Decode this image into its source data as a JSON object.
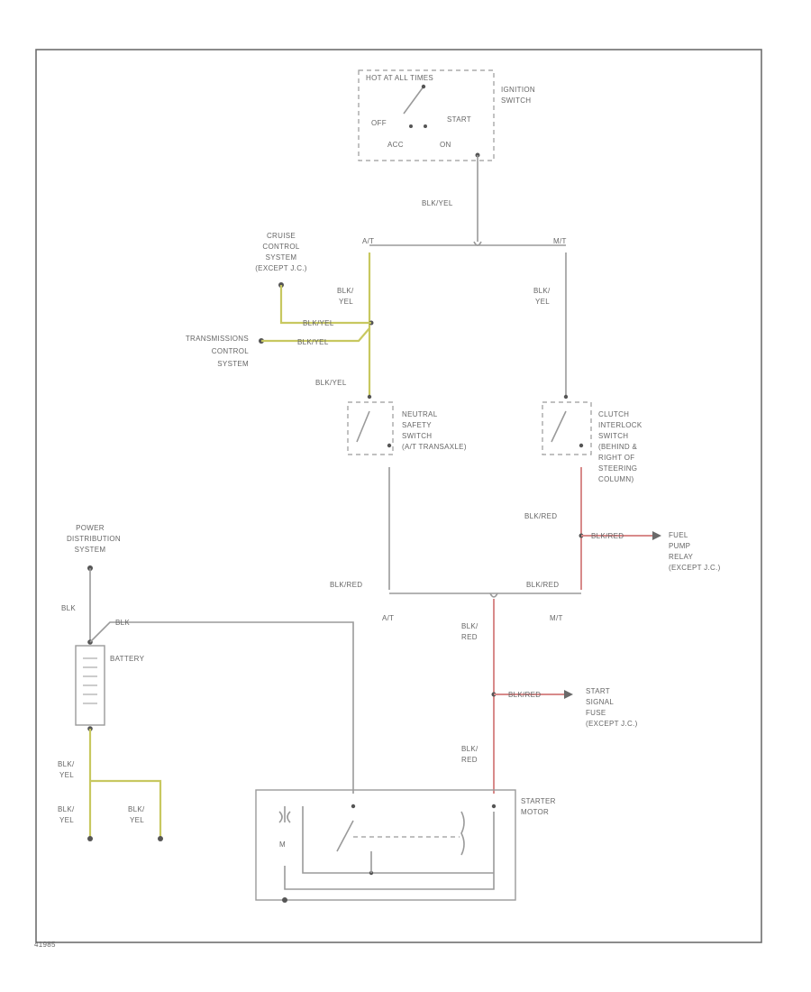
{
  "ignition": {
    "header": "HOT AT ALL TIMES",
    "line1": "IGNITION",
    "line2": "SWITCH",
    "pos_off": "OFF",
    "pos_start": "START",
    "pos_acc": "ACC",
    "pos_on": "ON"
  },
  "wires": {
    "ign_out": "BLK/YEL",
    "branch_at": "A/T",
    "branch_mt": "M/T",
    "left_feed_1": "BLK/",
    "left_feed_2": "YEL",
    "right_feed_1": "BLK/",
    "right_feed_2": "YEL",
    "cruise_wire": "BLK/YEL",
    "trans_wire": "BLK/YEL",
    "nss_in": "BLK/YEL",
    "clutch_out": "BLK/RED",
    "fuel_wire": "BLK/RED",
    "nss_out": "BLK/RED",
    "mt_out": "BLK/RED",
    "join_at": "A/T",
    "join_mt": "M/T",
    "starter_feed_1a": "BLK/",
    "starter_feed_1b": "RED",
    "signal_wire": "BLK/RED",
    "starter_feed_2a": "BLK/",
    "starter_feed_2b": "RED",
    "batt_pos": "BLK",
    "batt_to_starter": "BLK",
    "batt_neg_1a": "BLK/",
    "batt_neg_1b": "YEL",
    "gnd_a1": "BLK/",
    "gnd_a2": "YEL",
    "gnd_b1": "BLK/",
    "gnd_b2": "YEL"
  },
  "components": {
    "cruise": [
      "CRUISE",
      "CONTROL",
      "SYSTEM",
      "(EXCEPT J.C.)"
    ],
    "transmission": [
      "TRANSMISSIONS",
      "CONTROL",
      "SYSTEM"
    ],
    "neutral_safety": [
      "NEUTRAL",
      "SAFETY",
      "SWITCH",
      "(A/T TRANSAXLE)"
    ],
    "clutch_interlock": [
      "CLUTCH",
      "INTERLOCK",
      "SWITCH",
      "(BEHIND &",
      "RIGHT OF",
      "STEERING",
      "COLUMN)"
    ],
    "fuel_pump_relay": [
      "FUEL",
      "PUMP",
      "RELAY",
      "(EXCEPT J.C.)"
    ],
    "power_distribution": [
      "POWER",
      "DISTRIBUTION",
      "SYSTEM"
    ],
    "battery": "BATTERY",
    "start_signal_fuse": [
      "START",
      "SIGNAL",
      "FUSE",
      "(EXCEPT J.C.)"
    ],
    "starter_motor": [
      "STARTER",
      "MOTOR"
    ],
    "starter_m": "M"
  },
  "figure_id": "41985"
}
